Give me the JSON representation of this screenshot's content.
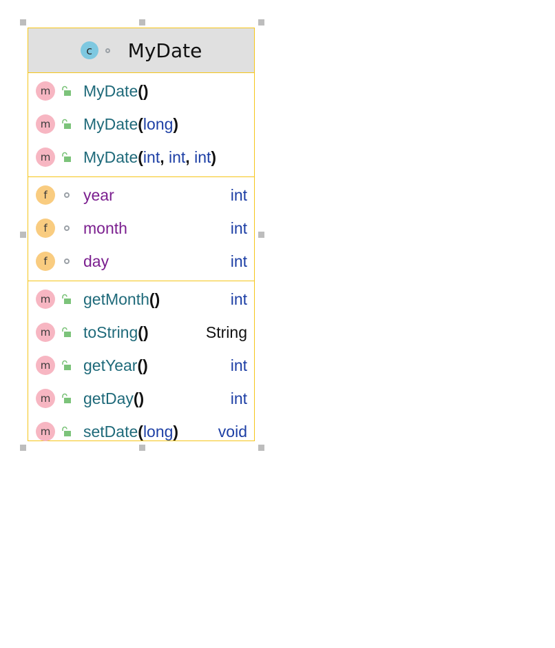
{
  "class": {
    "name": "MyDate",
    "badge": "c"
  },
  "constructors": [
    {
      "name": "MyDate",
      "open": "(",
      "params": [],
      "close": ")"
    },
    {
      "name": "MyDate",
      "open": "(",
      "params": [
        "long"
      ],
      "close": ")"
    },
    {
      "name": "MyDate",
      "open": "(",
      "params": [
        "int",
        "int",
        "int"
      ],
      "close": ")"
    }
  ],
  "fields": [
    {
      "name": "year",
      "type": "int"
    },
    {
      "name": "month",
      "type": "int"
    },
    {
      "name": "day",
      "type": "int"
    }
  ],
  "methods": [
    {
      "name": "getMonth",
      "open": "(",
      "params": [],
      "close": ")",
      "returns": "int"
    },
    {
      "name": "toString",
      "open": "(",
      "params": [],
      "close": ")",
      "returns": "String"
    },
    {
      "name": "getYear",
      "open": "(",
      "params": [],
      "close": ")",
      "returns": "int"
    },
    {
      "name": "getDay",
      "open": "(",
      "params": [],
      "close": ")",
      "returns": "int"
    },
    {
      "name": "setDate",
      "open": "(",
      "params": [
        "long"
      ],
      "close": ")",
      "returns": "void"
    }
  ],
  "badges": {
    "method": "m",
    "field": "f"
  },
  "colors": {
    "border": "#f5c518",
    "header_bg": "#e0e0e0",
    "class_badge": "#7ec8e0",
    "method_badge": "#f7b6c2",
    "field_badge": "#f9cc80",
    "method_name": "#1f6a7a",
    "field_name": "#7b1f8f",
    "type": "#1d3fa5",
    "lock": "#7cc37a"
  }
}
